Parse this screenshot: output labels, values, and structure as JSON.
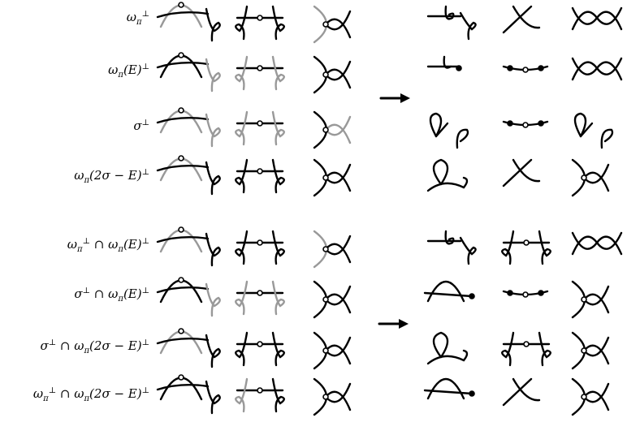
{
  "rows_top": [
    {
      "label_html": "ω<sub>π</sub><sup>⊥</sup>"
    },
    {
      "label_html": "ω<sub>π</sub>(E)<sup>⊥</sup>"
    },
    {
      "label_html": "σ<sup>⊥</sup>"
    },
    {
      "label_html": "ω<sub>π</sub>(2σ − E)<sup>⊥</sup>"
    }
  ],
  "rows_bottom": [
    {
      "label_html": "ω<sub>π</sub><sup>⊥</sup> ∩ ω<sub>π</sub>(E)<sup>⊥</sup>"
    },
    {
      "label_html": "σ<sup>⊥</sup> ∩ ω<sub>π</sub>(E)<sup>⊥</sup>"
    },
    {
      "label_html": "σ<sup>⊥</sup> ∩ ω<sub>π</sub>(2σ − E)<sup>⊥</sup>"
    },
    {
      "label_html": "ω<sub>π</sub><sup>⊥</sup> ∩ ω<sub>π</sub>(2σ − E)<sup>⊥</sup>"
    }
  ],
  "colors": {
    "ink": "#000000",
    "gray": "#999999"
  }
}
